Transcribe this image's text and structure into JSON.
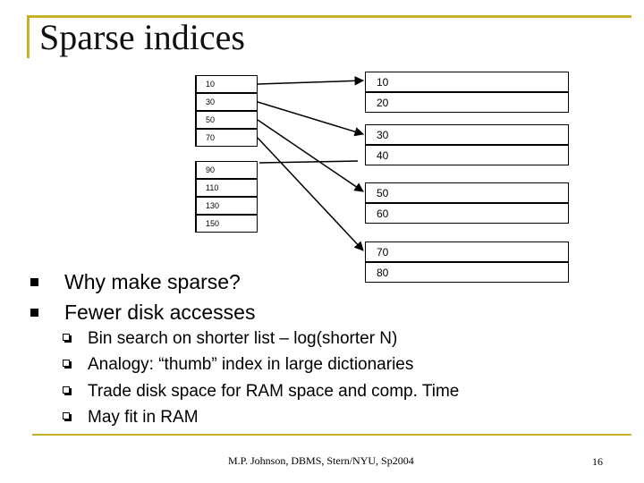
{
  "slide": {
    "title": "Sparse indices",
    "index_entries": [
      "10",
      "30",
      "50",
      "70",
      "90",
      "110",
      "130",
      "150"
    ],
    "data_records": [
      "10",
      "20",
      "30",
      "40",
      "50",
      "60",
      "70",
      "80"
    ],
    "bullets": [
      {
        "text": "Why make sparse?",
        "sub": []
      },
      {
        "text": "Fewer disk accesses",
        "sub": [
          "Bin search on shorter list – log(shorter N)",
          "Analogy: “thumb” index in large dictionaries",
          "Trade disk space for RAM space and comp. Time",
          "May fit in RAM"
        ]
      }
    ],
    "footer": "M.P. Johnson, DBMS, Stern/NYU, Sp2004",
    "page_number": "16"
  },
  "colors": {
    "frame_accent": "#c9b02a",
    "text": "#000000"
  }
}
